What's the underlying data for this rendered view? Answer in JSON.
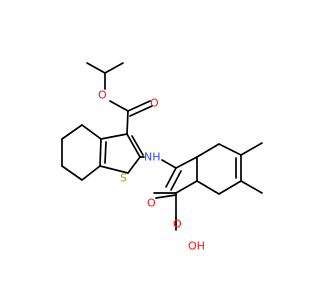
{
  "molecule": {
    "atom_labels": {
      "ester_o_carbonyl": "O",
      "ester_o_ether": "O",
      "amide_nh": "NH",
      "thiophene_s": "S",
      "amide_o": "O",
      "acid_o_carbonyl": "O",
      "acid_oh": "OH"
    },
    "colors": {
      "bond": "#000000",
      "oxygen": "#ff0d0d",
      "nitrogen": "#3050f8",
      "sulfur": "#b2a100"
    }
  }
}
